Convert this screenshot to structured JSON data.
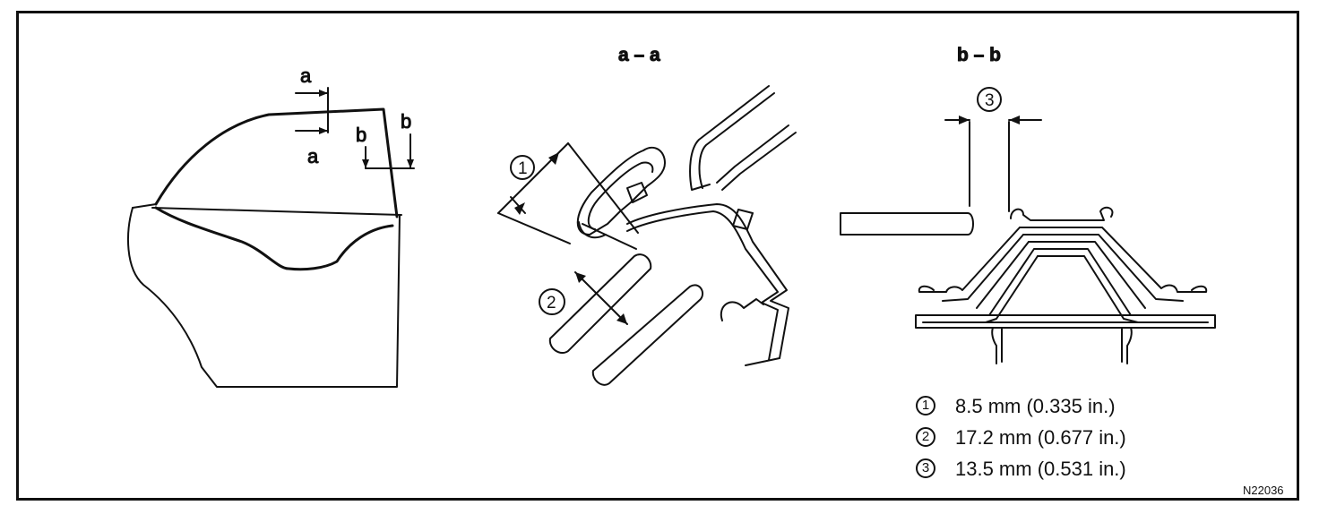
{
  "sections": {
    "aa_title": "a – a",
    "bb_title": "b – b"
  },
  "cut_marks": {
    "a_top": "a",
    "a_bottom": "a",
    "b_left": "b",
    "b_right": "b"
  },
  "callouts": {
    "one": "1",
    "two": "2",
    "three": "3"
  },
  "legend": [
    {
      "num": "1",
      "text": "8.5 mm (0.335 in.)"
    },
    {
      "num": "2",
      "text": "17.2 mm (0.677 in.)"
    },
    {
      "num": "3",
      "text": "13.5 mm (0.531 in.)"
    }
  ],
  "figure_id": "N22036",
  "colors": {
    "line": "#111111",
    "background": "#ffffff"
  }
}
